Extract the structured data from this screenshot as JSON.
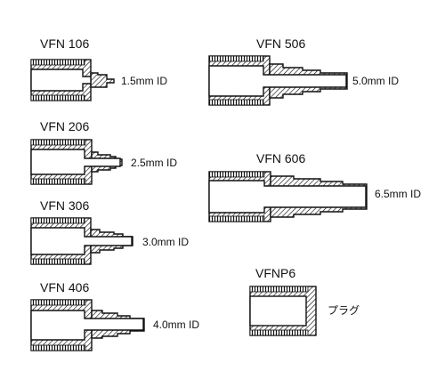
{
  "fittings": [
    {
      "id": "vfn106",
      "model": "VFN 106",
      "bore": "1.5mm ID"
    },
    {
      "id": "vfn206",
      "model": "VFN 206",
      "bore": "2.5mm ID"
    },
    {
      "id": "vfn306",
      "model": "VFN 306",
      "bore": "3.0mm ID"
    },
    {
      "id": "vfn406",
      "model": "VFN 406",
      "bore": "4.0mm ID"
    },
    {
      "id": "vfn506",
      "model": "VFN 506",
      "bore": "5.0mm ID"
    },
    {
      "id": "vfn606",
      "model": "VFN 606",
      "bore": "6.5mm ID"
    },
    {
      "id": "vfnp6",
      "model": "VFNP6",
      "bore": "プラグ"
    }
  ],
  "colors": {
    "ink": "#111111",
    "paper": "#ffffff"
  }
}
